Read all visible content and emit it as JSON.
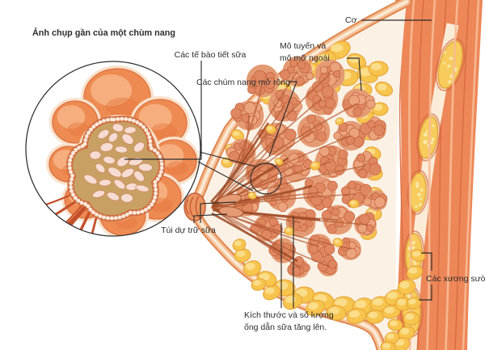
{
  "figure": {
    "title": "Ảnh chụp gần của một chùm nang",
    "description_labels": {
      "milk_cells": "Các tế bào tiết sữa",
      "gland_fat_line1": "Mô tuyến và",
      "gland_fat_line2": "mô mỡ ngoài",
      "expanded_clusters": "Các chùm nang mở rộng",
      "muscle": "Cơ",
      "milk_sinus": "Túi dự trữ sữa",
      "ducts_line1": "Kích thước và số lượng",
      "ducts_line2": "ống dẫn sữa tăng lên.",
      "ribs": "Các xương sườn"
    }
  },
  "colors": {
    "background": "#FFFFFF",
    "text": "#2D2D2D",
    "line": "#2D2D2D",
    "skin_band": "#F4BE92",
    "skin_edge": "#E0854E",
    "skin_inner": "#FBE9D4",
    "breast_interior": "#FCF1E5",
    "fat": "#F7C44E",
    "fat_light": "#FBDE8D",
    "fat_edge": "#E5A334",
    "gland": "#DF8760",
    "gland_light": "#EBA37D",
    "gland_edge": "#C05F3A",
    "gland_halo": "#E49B74",
    "duct": "#B05830",
    "duct_dark": "#9C4A26",
    "nipple": "#EB9461",
    "muscle": "#ED8758",
    "muscle_stripe_dark": "#D4663E",
    "muscle_stripe_light": "#F7BB96",
    "fascia": "#FBECD8",
    "rib": "#F7CC5C",
    "rib_edge": "#DFA23A",
    "rib_speckle": "#FBE8A8",
    "lobule": "#EE8B52",
    "lobule_edge": "#DD7140",
    "lobule_highlight": "#F6B183",
    "lobule_shade": "#E5763F",
    "lobule_gap": "#FAE2CC",
    "cell_bg": "#C8A064",
    "cell": "#F6DCD2",
    "cell_edge": "#CE8B60",
    "cell_ring": "#CE6F42",
    "cell_ring_bead": "#FFE9DC",
    "inset_duct": "#C4502A",
    "inset_duct_light": "#E87E52"
  }
}
